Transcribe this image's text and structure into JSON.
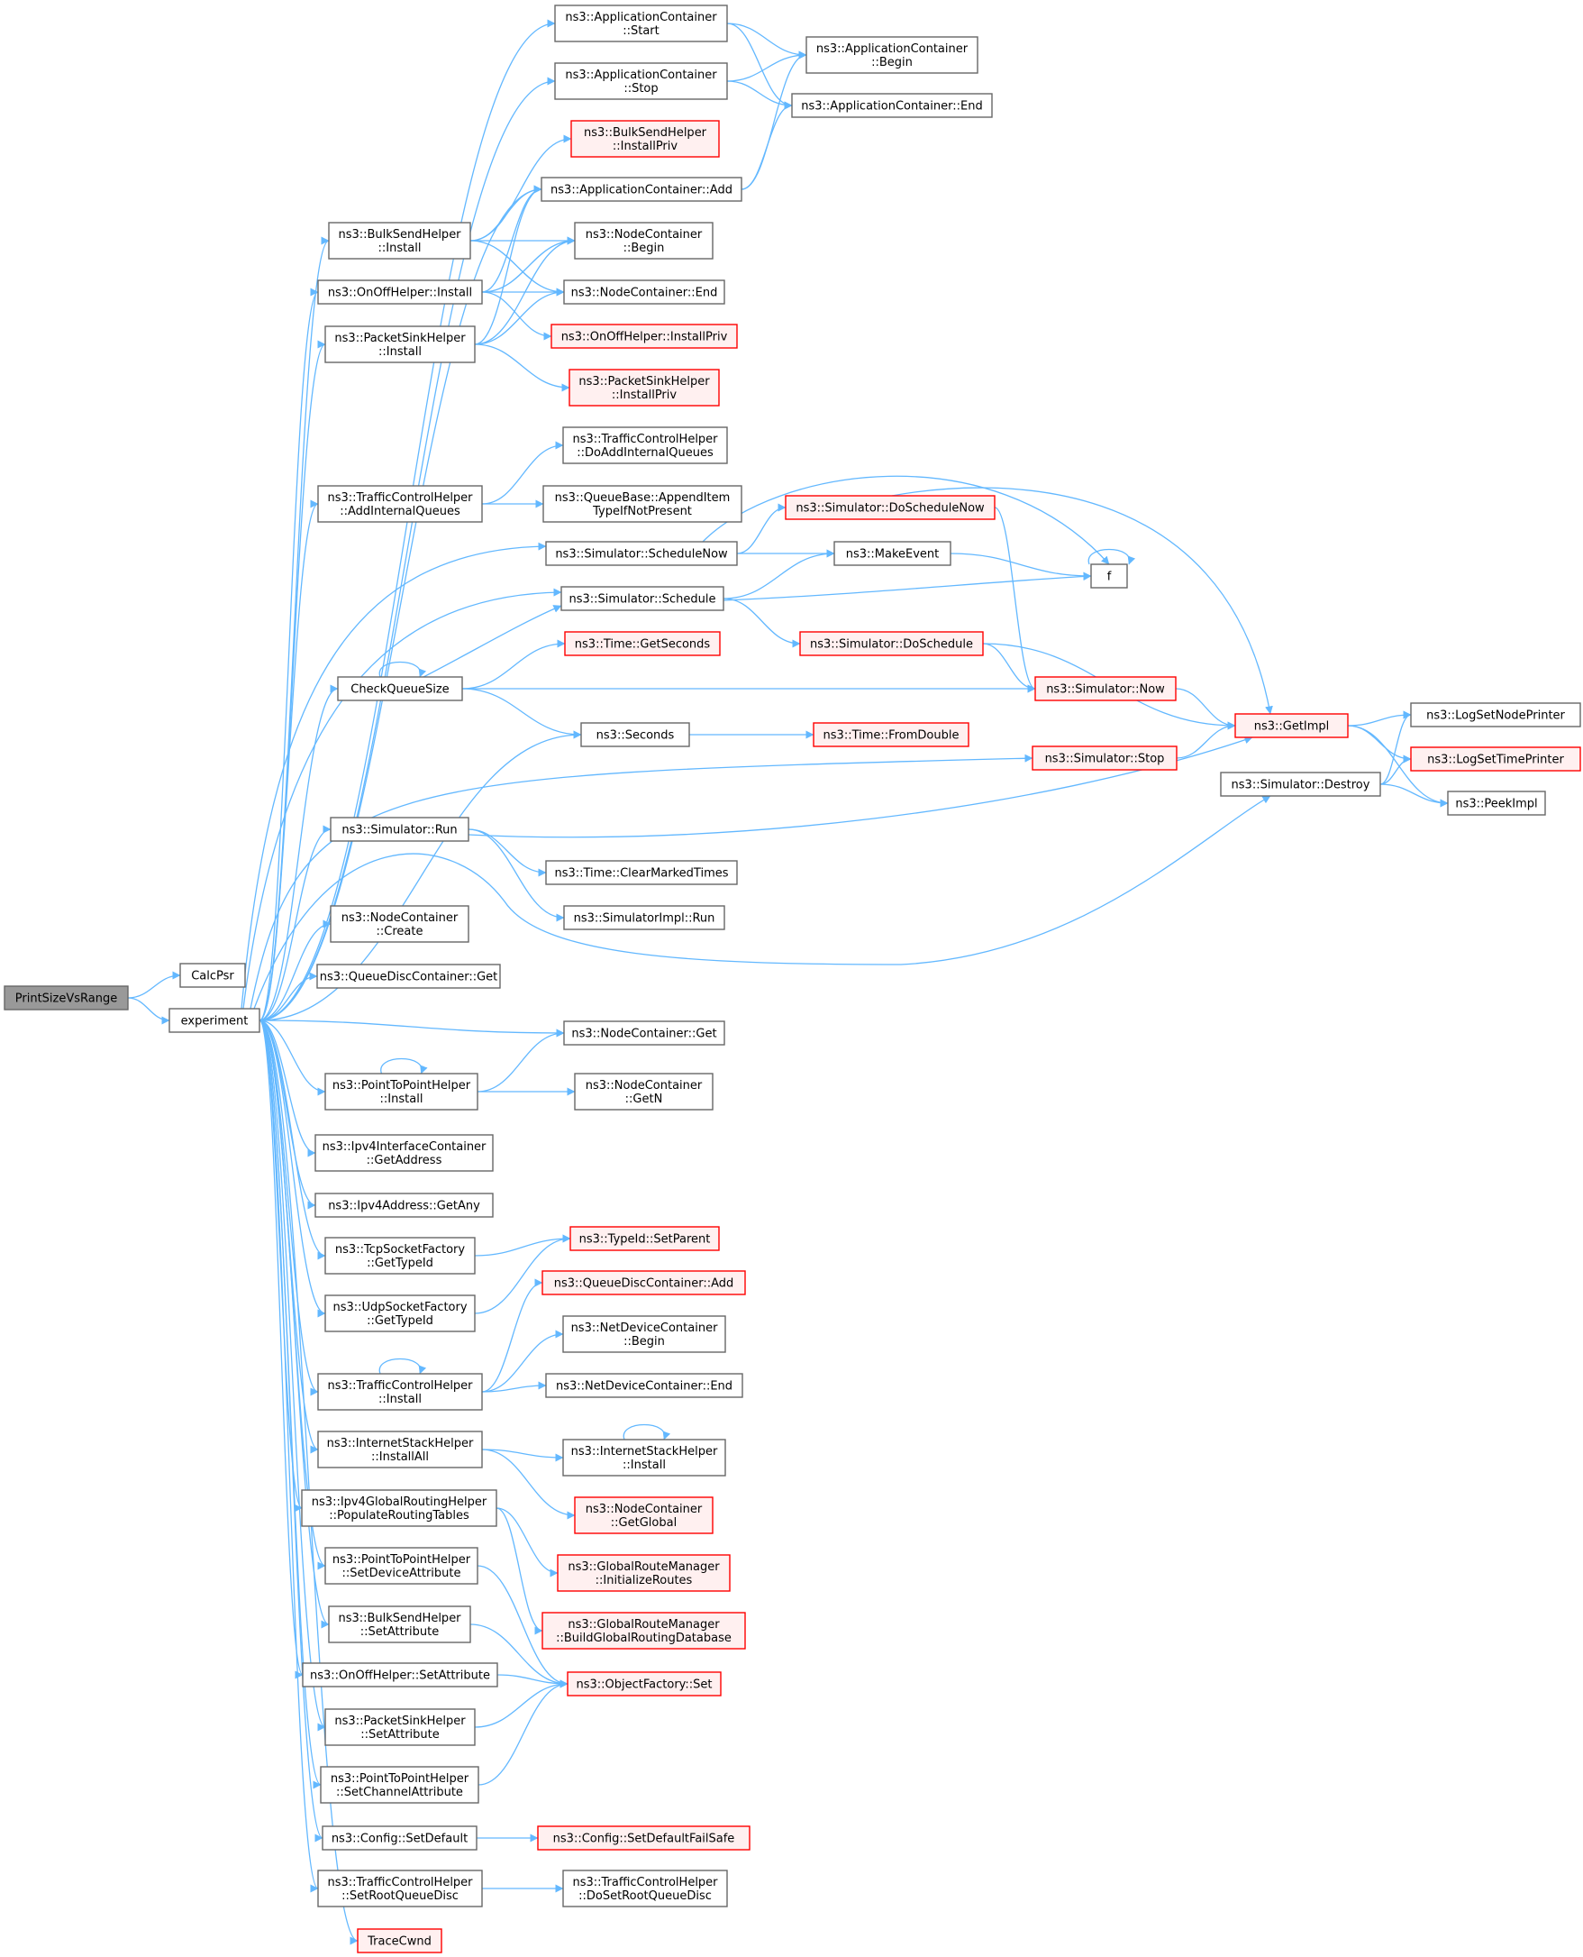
{
  "colors": {
    "edge": "#63b8ff",
    "normal_fill": "#ffffff",
    "normal_stroke": "#666666",
    "red_fill": "#fff0f0",
    "red_stroke": "#ff0000",
    "root_fill": "#999999",
    "root_stroke": "#666666"
  },
  "nodes": [
    {
      "id": "printsize",
      "lines": [
        "PrintSizeVsRange"
      ],
      "style": "root"
    },
    {
      "id": "calcpsr",
      "lines": [
        "CalcPsr"
      ],
      "style": "normal"
    },
    {
      "id": "experiment",
      "lines": [
        "experiment"
      ],
      "style": "normal"
    },
    {
      "id": "app_start",
      "lines": [
        "ns3::ApplicationContainer",
        "::Start"
      ],
      "style": "normal"
    },
    {
      "id": "app_stop",
      "lines": [
        "ns3::ApplicationContainer",
        "::Stop"
      ],
      "style": "normal"
    },
    {
      "id": "app_begin",
      "lines": [
        "ns3::ApplicationContainer",
        "::Begin"
      ],
      "style": "normal"
    },
    {
      "id": "app_end",
      "lines": [
        "ns3::ApplicationContainer::End"
      ],
      "style": "normal"
    },
    {
      "id": "bulk_installpriv",
      "lines": [
        "ns3::BulkSendHelper",
        "::InstallPriv"
      ],
      "style": "red"
    },
    {
      "id": "app_add",
      "lines": [
        "ns3::ApplicationContainer::Add"
      ],
      "style": "normal"
    },
    {
      "id": "bulk_install",
      "lines": [
        "ns3::BulkSendHelper",
        "::Install"
      ],
      "style": "normal"
    },
    {
      "id": "nc_begin",
      "lines": [
        "ns3::NodeContainer",
        "::Begin"
      ],
      "style": "normal"
    },
    {
      "id": "onoff_install",
      "lines": [
        "ns3::OnOffHelper::Install"
      ],
      "style": "normal"
    },
    {
      "id": "nc_end",
      "lines": [
        "ns3::NodeContainer::End"
      ],
      "style": "normal"
    },
    {
      "id": "onoff_installpriv",
      "lines": [
        "ns3::OnOffHelper::InstallPriv"
      ],
      "style": "red"
    },
    {
      "id": "psink_install",
      "lines": [
        "ns3::PacketSinkHelper",
        "::Install"
      ],
      "style": "normal"
    },
    {
      "id": "psink_installpriv",
      "lines": [
        "ns3::PacketSinkHelper",
        "::InstallPriv"
      ],
      "style": "red"
    },
    {
      "id": "tch_doaddinternal",
      "lines": [
        "ns3::TrafficControlHelper",
        "::DoAddInternalQueues"
      ],
      "style": "normal"
    },
    {
      "id": "tch_addinternal",
      "lines": [
        "ns3::TrafficControlHelper",
        "::AddInternalQueues"
      ],
      "style": "normal"
    },
    {
      "id": "qb_append",
      "lines": [
        "ns3::QueueBase::AppendItem",
        "TypeIfNotPresent"
      ],
      "style": "normal"
    },
    {
      "id": "sim_doschedulenow",
      "lines": [
        "ns3::Simulator::DoScheduleNow"
      ],
      "style": "red"
    },
    {
      "id": "sim_schedulenow",
      "lines": [
        "ns3::Simulator::ScheduleNow"
      ],
      "style": "normal"
    },
    {
      "id": "makeevent",
      "lines": [
        "ns3::MakeEvent"
      ],
      "style": "normal"
    },
    {
      "id": "f",
      "lines": [
        "f"
      ],
      "style": "normal"
    },
    {
      "id": "sim_schedule",
      "lines": [
        "ns3::Simulator::Schedule"
      ],
      "style": "normal"
    },
    {
      "id": "time_getseconds",
      "lines": [
        "ns3::Time::GetSeconds"
      ],
      "style": "red"
    },
    {
      "id": "sim_doschedule",
      "lines": [
        "ns3::Simulator::DoSchedule"
      ],
      "style": "red"
    },
    {
      "id": "checkqueue",
      "lines": [
        "CheckQueueSize"
      ],
      "style": "normal"
    },
    {
      "id": "sim_now",
      "lines": [
        "ns3::Simulator::Now"
      ],
      "style": "red"
    },
    {
      "id": "getimpl",
      "lines": [
        "ns3::GetImpl"
      ],
      "style": "red"
    },
    {
      "id": "seconds",
      "lines": [
        "ns3::Seconds"
      ],
      "style": "normal"
    },
    {
      "id": "time_fromdouble",
      "lines": [
        "ns3::Time::FromDouble"
      ],
      "style": "red"
    },
    {
      "id": "lognodeprinter",
      "lines": [
        "ns3::LogSetNodePrinter"
      ],
      "style": "normal"
    },
    {
      "id": "logtimeprinter",
      "lines": [
        "ns3::LogSetTimePrinter"
      ],
      "style": "red"
    },
    {
      "id": "sim_stop",
      "lines": [
        "ns3::Simulator::Stop"
      ],
      "style": "red"
    },
    {
      "id": "sim_destroy",
      "lines": [
        "ns3::Simulator::Destroy"
      ],
      "style": "normal"
    },
    {
      "id": "peekimpl",
      "lines": [
        "ns3::PeekImpl"
      ],
      "style": "normal"
    },
    {
      "id": "sim_run",
      "lines": [
        "ns3::Simulator::Run"
      ],
      "style": "normal"
    },
    {
      "id": "time_clearmarked",
      "lines": [
        "ns3::Time::ClearMarkedTimes"
      ],
      "style": "normal"
    },
    {
      "id": "simimpl_run",
      "lines": [
        "ns3::SimulatorImpl::Run"
      ],
      "style": "normal"
    },
    {
      "id": "nc_create",
      "lines": [
        "ns3::NodeContainer",
        "::Create"
      ],
      "style": "normal"
    },
    {
      "id": "qdc_get",
      "lines": [
        "ns3::QueueDiscContainer::Get"
      ],
      "style": "normal"
    },
    {
      "id": "nc_get",
      "lines": [
        "ns3::NodeContainer::Get"
      ],
      "style": "normal"
    },
    {
      "id": "p2p_install",
      "lines": [
        "ns3::PointToPointHelper",
        "::Install"
      ],
      "style": "normal"
    },
    {
      "id": "nc_getn",
      "lines": [
        "ns3::NodeContainer",
        "::GetN"
      ],
      "style": "normal"
    },
    {
      "id": "ipv4ic_getaddress",
      "lines": [
        "ns3::Ipv4InterfaceContainer",
        "::GetAddress"
      ],
      "style": "normal"
    },
    {
      "id": "ipv4addr_getany",
      "lines": [
        "ns3::Ipv4Address::GetAny"
      ],
      "style": "normal"
    },
    {
      "id": "tcpsf_gettypeid",
      "lines": [
        "ns3::TcpSocketFactory",
        "::GetTypeId"
      ],
      "style": "normal"
    },
    {
      "id": "typeid_setparent",
      "lines": [
        "ns3::TypeId::SetParent"
      ],
      "style": "red"
    },
    {
      "id": "udpsf_gettypeid",
      "lines": [
        "ns3::UdpSocketFactory",
        "::GetTypeId"
      ],
      "style": "normal"
    },
    {
      "id": "qdc_add",
      "lines": [
        "ns3::QueueDiscContainer::Add"
      ],
      "style": "red"
    },
    {
      "id": "ndc_begin",
      "lines": [
        "ns3::NetDeviceContainer",
        "::Begin"
      ],
      "style": "normal"
    },
    {
      "id": "tch_install",
      "lines": [
        "ns3::TrafficControlHelper",
        "::Install"
      ],
      "style": "normal"
    },
    {
      "id": "ndc_end",
      "lines": [
        "ns3::NetDeviceContainer::End"
      ],
      "style": "normal"
    },
    {
      "id": "ish_installall",
      "lines": [
        "ns3::InternetStackHelper",
        "::InstallAll"
      ],
      "style": "normal"
    },
    {
      "id": "ish_install",
      "lines": [
        "ns3::InternetStackHelper",
        "::Install"
      ],
      "style": "normal"
    },
    {
      "id": "nc_getglobal",
      "lines": [
        "ns3::NodeContainer",
        "::GetGlobal"
      ],
      "style": "red"
    },
    {
      "id": "ipv4grh_populate",
      "lines": [
        "ns3::Ipv4GlobalRoutingHelper",
        "::PopulateRoutingTables"
      ],
      "style": "normal"
    },
    {
      "id": "grm_initroutes",
      "lines": [
        "ns3::GlobalRouteManager",
        "::InitializeRoutes"
      ],
      "style": "red"
    },
    {
      "id": "p2p_setdevattr",
      "lines": [
        "ns3::PointToPointHelper",
        "::SetDeviceAttribute"
      ],
      "style": "normal"
    },
    {
      "id": "grm_buildgrdb",
      "lines": [
        "ns3::GlobalRouteManager",
        "::BuildGlobalRoutingDatabase"
      ],
      "style": "red"
    },
    {
      "id": "bulk_setattr",
      "lines": [
        "ns3::BulkSendHelper",
        "::SetAttribute"
      ],
      "style": "normal"
    },
    {
      "id": "onoff_setattr",
      "lines": [
        "ns3::OnOffHelper::SetAttribute"
      ],
      "style": "normal"
    },
    {
      "id": "objfactory_set",
      "lines": [
        "ns3::ObjectFactory::Set"
      ],
      "style": "red"
    },
    {
      "id": "psink_setattr",
      "lines": [
        "ns3::PacketSinkHelper",
        "::SetAttribute"
      ],
      "style": "normal"
    },
    {
      "id": "p2p_setchanattr",
      "lines": [
        "ns3::PointToPointHelper",
        "::SetChannelAttribute"
      ],
      "style": "normal"
    },
    {
      "id": "config_setdefault",
      "lines": [
        "ns3::Config::SetDefault"
      ],
      "style": "normal"
    },
    {
      "id": "config_setdefaultfs",
      "lines": [
        "ns3::Config::SetDefaultFailSafe"
      ],
      "style": "red"
    },
    {
      "id": "tch_setroot",
      "lines": [
        "ns3::TrafficControlHelper",
        "::SetRootQueueDisc"
      ],
      "style": "normal"
    },
    {
      "id": "tch_dosetroot",
      "lines": [
        "ns3::TrafficControlHelper",
        "::DoSetRootQueueDisc"
      ],
      "style": "normal"
    },
    {
      "id": "tracecwnd",
      "lines": [
        "TraceCwnd"
      ],
      "style": "red"
    }
  ],
  "edges": [
    [
      "printsize",
      "calcpsr"
    ],
    [
      "printsize",
      "experiment"
    ],
    [
      "experiment",
      "app_start"
    ],
    [
      "experiment",
      "app_stop"
    ],
    [
      "experiment",
      "app_add"
    ],
    [
      "experiment",
      "bulk_install"
    ],
    [
      "experiment",
      "onoff_install"
    ],
    [
      "experiment",
      "psink_install"
    ],
    [
      "experiment",
      "tch_addinternal"
    ],
    [
      "experiment",
      "sim_schedulenow"
    ],
    [
      "experiment",
      "sim_schedule"
    ],
    [
      "experiment",
      "checkqueue"
    ],
    [
      "experiment",
      "seconds"
    ],
    [
      "experiment",
      "sim_stop"
    ],
    [
      "experiment",
      "sim_run"
    ],
    [
      "experiment",
      "sim_destroy"
    ],
    [
      "experiment",
      "nc_create"
    ],
    [
      "experiment",
      "qdc_get"
    ],
    [
      "experiment",
      "nc_get"
    ],
    [
      "experiment",
      "p2p_install"
    ],
    [
      "experiment",
      "ipv4ic_getaddress"
    ],
    [
      "experiment",
      "ipv4addr_getany"
    ],
    [
      "experiment",
      "tcpsf_gettypeid"
    ],
    [
      "experiment",
      "udpsf_gettypeid"
    ],
    [
      "experiment",
      "tch_install"
    ],
    [
      "experiment",
      "ish_installall"
    ],
    [
      "experiment",
      "ipv4grh_populate"
    ],
    [
      "experiment",
      "p2p_setdevattr"
    ],
    [
      "experiment",
      "bulk_setattr"
    ],
    [
      "experiment",
      "onoff_setattr"
    ],
    [
      "experiment",
      "psink_setattr"
    ],
    [
      "experiment",
      "p2p_setchanattr"
    ],
    [
      "experiment",
      "config_setdefault"
    ],
    [
      "experiment",
      "tch_setroot"
    ],
    [
      "experiment",
      "tracecwnd"
    ],
    [
      "app_start",
      "app_begin"
    ],
    [
      "app_start",
      "app_end"
    ],
    [
      "app_stop",
      "app_begin"
    ],
    [
      "app_stop",
      "app_end"
    ],
    [
      "app_add",
      "app_begin"
    ],
    [
      "app_add",
      "app_end"
    ],
    [
      "bulk_install",
      "bulk_installpriv"
    ],
    [
      "bulk_install",
      "app_add"
    ],
    [
      "bulk_install",
      "nc_begin"
    ],
    [
      "bulk_install",
      "nc_end"
    ],
    [
      "onoff_install",
      "app_add"
    ],
    [
      "onoff_install",
      "nc_begin"
    ],
    [
      "onoff_install",
      "nc_end"
    ],
    [
      "onoff_install",
      "onoff_installpriv"
    ],
    [
      "psink_install",
      "app_add"
    ],
    [
      "psink_install",
      "nc_begin"
    ],
    [
      "psink_install",
      "nc_end"
    ],
    [
      "psink_install",
      "psink_installpriv"
    ],
    [
      "tch_addinternal",
      "tch_doaddinternal"
    ],
    [
      "tch_addinternal",
      "qb_append"
    ],
    [
      "sim_schedulenow",
      "sim_doschedulenow"
    ],
    [
      "sim_schedulenow",
      "makeevent"
    ],
    [
      "sim_schedulenow",
      "f"
    ],
    [
      "sim_doschedulenow",
      "getimpl"
    ],
    [
      "sim_doschedulenow",
      "sim_now"
    ],
    [
      "makeevent",
      "f"
    ],
    [
      "f",
      "f"
    ],
    [
      "sim_schedule",
      "makeevent"
    ],
    [
      "sim_schedule",
      "f"
    ],
    [
      "sim_schedule",
      "sim_doschedule"
    ],
    [
      "sim_doschedule",
      "getimpl"
    ],
    [
      "sim_doschedule",
      "sim_now"
    ],
    [
      "checkqueue",
      "checkqueue"
    ],
    [
      "checkqueue",
      "sim_schedule"
    ],
    [
      "checkqueue",
      "time_getseconds"
    ],
    [
      "checkqueue",
      "sim_now"
    ],
    [
      "checkqueue",
      "seconds"
    ],
    [
      "sim_now",
      "getimpl"
    ],
    [
      "seconds",
      "time_fromdouble"
    ],
    [
      "getimpl",
      "lognodeprinter"
    ],
    [
      "getimpl",
      "logtimeprinter"
    ],
    [
      "getimpl",
      "peekimpl"
    ],
    [
      "sim_stop",
      "getimpl"
    ],
    [
      "sim_destroy",
      "lognodeprinter"
    ],
    [
      "sim_destroy",
      "logtimeprinter"
    ],
    [
      "sim_destroy",
      "peekimpl"
    ],
    [
      "sim_run",
      "getimpl"
    ],
    [
      "sim_run",
      "time_clearmarked"
    ],
    [
      "sim_run",
      "simimpl_run"
    ],
    [
      "p2p_install",
      "p2p_install"
    ],
    [
      "p2p_install",
      "nc_get"
    ],
    [
      "p2p_install",
      "nc_getn"
    ],
    [
      "tcpsf_gettypeid",
      "typeid_setparent"
    ],
    [
      "udpsf_gettypeid",
      "typeid_setparent"
    ],
    [
      "tch_install",
      "tch_install"
    ],
    [
      "tch_install",
      "qdc_add"
    ],
    [
      "tch_install",
      "ndc_begin"
    ],
    [
      "tch_install",
      "ndc_end"
    ],
    [
      "ish_installall",
      "ish_install"
    ],
    [
      "ish_installall",
      "nc_getglobal"
    ],
    [
      "ish_install",
      "ish_install"
    ],
    [
      "ipv4grh_populate",
      "grm_initroutes"
    ],
    [
      "ipv4grh_populate",
      "grm_buildgrdb"
    ],
    [
      "p2p_setdevattr",
      "objfactory_set"
    ],
    [
      "bulk_setattr",
      "objfactory_set"
    ],
    [
      "onoff_setattr",
      "objfactory_set"
    ],
    [
      "psink_setattr",
      "objfactory_set"
    ],
    [
      "p2p_setchanattr",
      "objfactory_set"
    ],
    [
      "config_setdefault",
      "config_setdefaultfs"
    ],
    [
      "tch_setroot",
      "tch_dosetroot"
    ]
  ]
}
